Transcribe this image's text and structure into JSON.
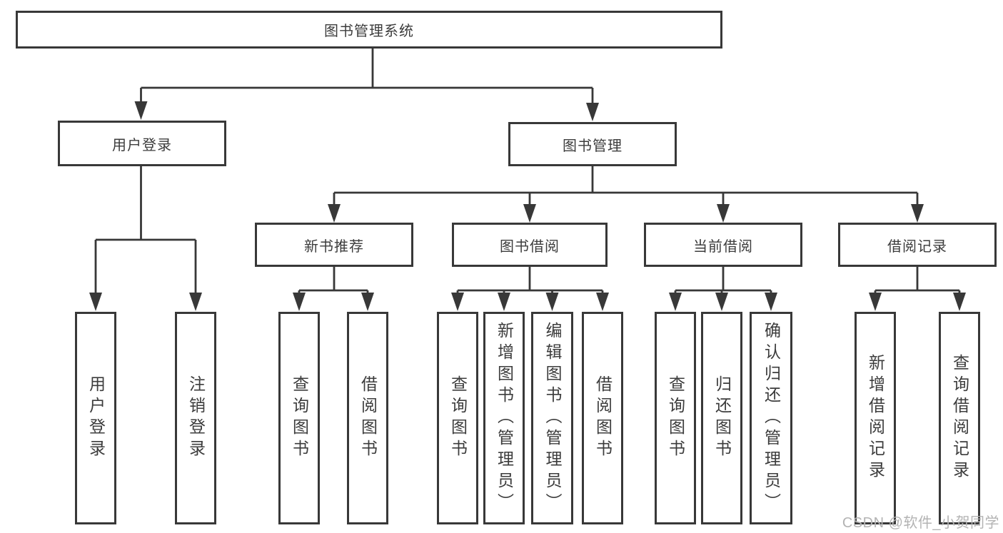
{
  "diagram": {
    "root": {
      "label": "图书管理系统"
    },
    "branches": [
      {
        "label": "用户登录",
        "children": [
          {
            "label": "用户登录"
          },
          {
            "label": "注销登录"
          }
        ]
      },
      {
        "label": "图书管理",
        "children": [
          {
            "label": "新书推荐",
            "children": [
              {
                "label": "查询图书"
              },
              {
                "label": "借阅图书"
              }
            ]
          },
          {
            "label": "图书借阅",
            "children": [
              {
                "label": "查询图书"
              },
              {
                "label": "新增图书（管理员）"
              },
              {
                "label": "编辑图书（管理员）"
              },
              {
                "label": "借阅图书"
              }
            ]
          },
          {
            "label": "当前借阅",
            "children": [
              {
                "label": "查询图书"
              },
              {
                "label": "归还图书"
              },
              {
                "label": "确认归还（管理员）"
              }
            ]
          },
          {
            "label": "借阅记录",
            "children": [
              {
                "label": "新增借阅记录"
              },
              {
                "label": "查询借阅记录"
              }
            ]
          }
        ]
      }
    ]
  },
  "watermark": {
    "text": "CSDN @软件_小贺同学"
  },
  "colors": {
    "line": "#383838",
    "text": "#3c3c3c",
    "watermark": "#b3b3b3",
    "background": "#ffffff"
  }
}
